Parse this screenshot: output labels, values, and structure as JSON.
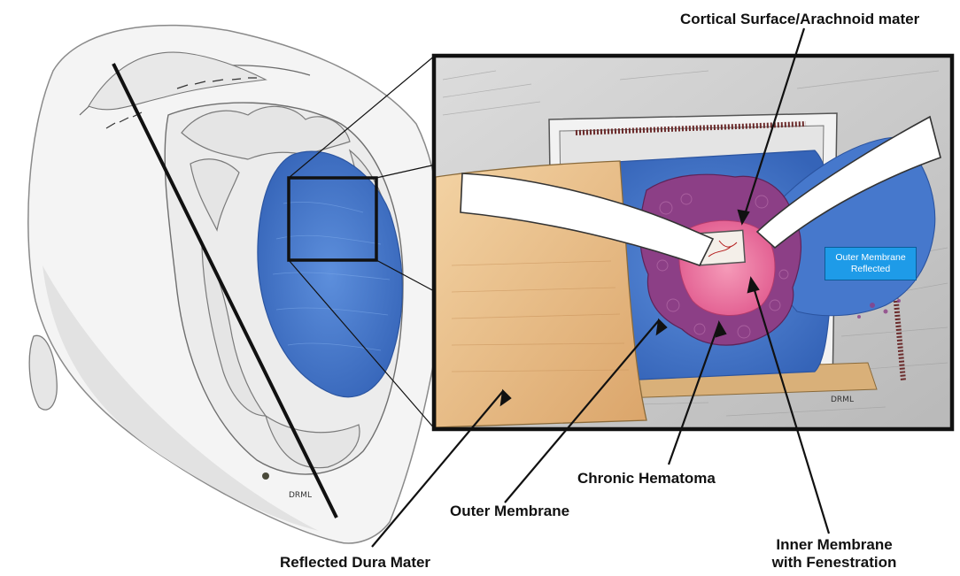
{
  "labels": {
    "cortical_surface": "Cortical Surface/Arachnoid mater",
    "outer_membrane_reflected": "Outer Membrane Reflected",
    "chronic_hematoma": "Chronic Hematoma",
    "outer_membrane": "Outer Membrane",
    "inner_membrane_line1": "Inner Membrane",
    "inner_membrane_line2": "with Fenestration",
    "reflected_dura": "Reflected Dura Mater"
  },
  "signatures": {
    "head_sketch": "DRML",
    "inset": "DRML"
  },
  "colors": {
    "hematoma_blue": "#3f74c9",
    "membrane_purple": "#8c3f86",
    "dura_tan": "#e8bf86",
    "inner_pink": "#e96a9b",
    "label_box": "#1e9be8"
  }
}
